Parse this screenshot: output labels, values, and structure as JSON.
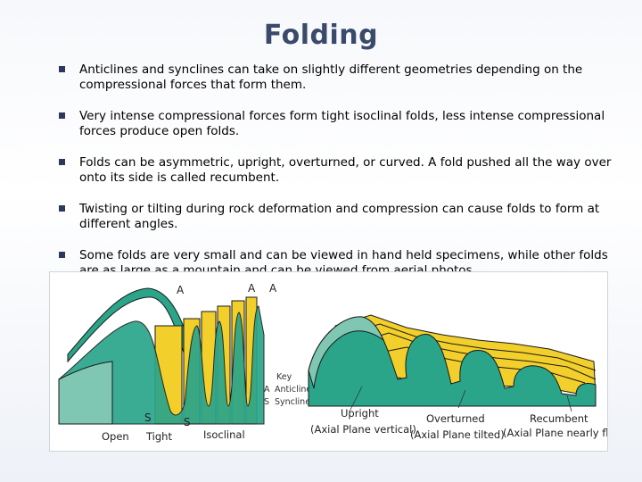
{
  "title": "Folding",
  "bullets": [
    "Anticlines and synclines can take on slightly different geometries depending on the compressional forces that form them.",
    "Very intense compressional forces form tight isoclinal folds, less intense compressional forces produce open folds.",
    "Folds can be asymmetric, upright, overturned, or curved.  A fold pushed all the way over onto its side is called recumbent.",
    "Twisting or tilting during rock deformation and compression can cause folds to form at different angles.",
    "Some folds are very small and can be viewed in hand held specimens, while other folds are as large as a mountain and can be viewed from aerial photos."
  ],
  "figure": {
    "anticline_marker": "A",
    "syncline_marker": "S",
    "left_labels": [
      "Open",
      "Tight",
      "Isoclinal"
    ],
    "key": {
      "heading": "Key",
      "anticline": "Anticline",
      "syncline": "Syncline"
    },
    "right_labels": [
      {
        "name": "Upright",
        "sub": "(Axial Plane vertical)"
      },
      {
        "name": "Overturned",
        "sub": "(Axial Plane tilted)"
      },
      {
        "name": "Recumbent",
        "sub": "(Axial Plane nearly flat)"
      }
    ],
    "colors": {
      "fold_green": "#2aa58a",
      "fold_yellow": "#f2cf2a",
      "outline": "#1a1a1a"
    }
  }
}
